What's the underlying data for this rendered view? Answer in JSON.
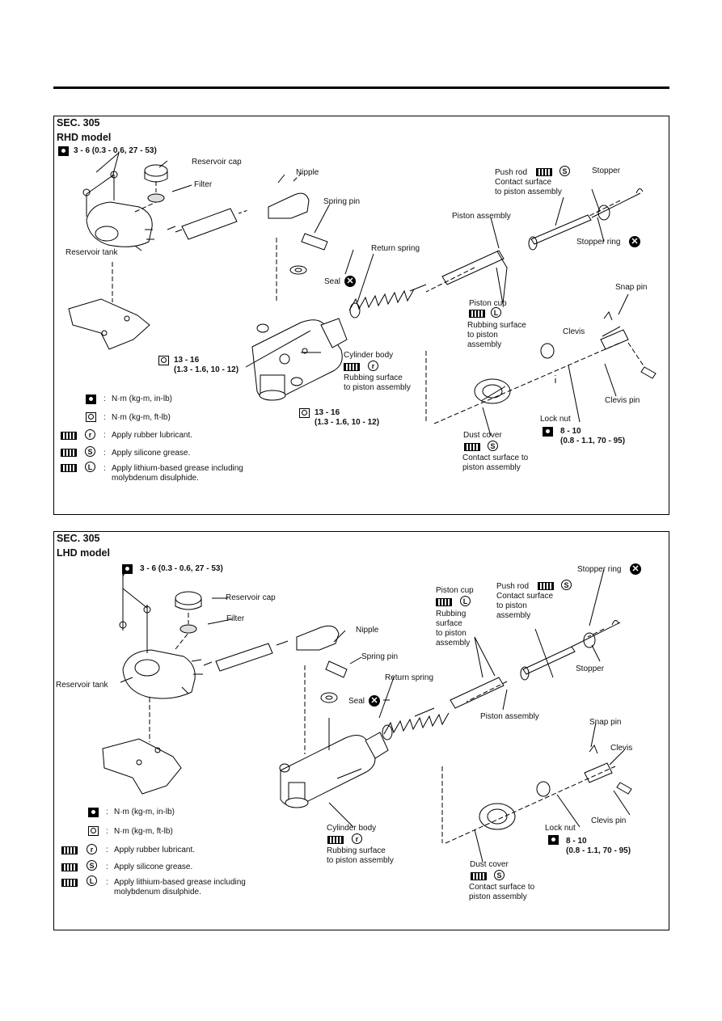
{
  "rhd": {
    "section": "SEC. 305",
    "model": "RHD model",
    "torque_top": "3 - 6 (0.3 - 0.6, 27 - 53)",
    "reservoir_cap": "Reservoir cap",
    "filter": "Filter",
    "nipple": "Nipple",
    "spring_pin": "Spring pin",
    "reservoir_tank": "Reservoir tank",
    "return_spring": "Return spring",
    "seal": "Seal",
    "push_rod": "Push rod",
    "push_rod_note1": "Contact surface",
    "push_rod_note2": "to piston assembly",
    "stopper": "Stopper",
    "piston_assembly": "Piston assembly",
    "stopper_ring": "Stopper ring",
    "piston_cup": "Piston cup",
    "piston_cup_note1": "Rubbing surface",
    "piston_cup_note2": "to piston",
    "piston_cup_note3": "assembly",
    "snap_pin": "Snap pin",
    "clevis": "Clevis",
    "torque_mid1": "13 - 16",
    "torque_mid2": "(1.3 - 1.6, 10 - 12)",
    "cylinder_body": "Cylinder body",
    "cylinder_note1": "Rubbing surface",
    "cylinder_note2": "to piston assembly",
    "clevis_pin": "Clevis pin",
    "torque_low1": "13 - 16",
    "torque_low2": "(1.3 - 1.6, 10 - 12)",
    "lock_nut": "Lock nut",
    "lock_nut_t1": "8 - 10",
    "lock_nut_t2": "(0.8 - 1.1, 70 - 95)",
    "dust_cover": "Dust cover",
    "dust_note1": "Contact surface to",
    "dust_note2": "piston assembly"
  },
  "lhd": {
    "section": "SEC. 305",
    "model": "LHD model",
    "torque_top": "3 - 6 (0.3 - 0.6, 27 - 53)",
    "reservoir_cap": "Reservoir cap",
    "filter": "Filter",
    "nipple": "Nipple",
    "spring_pin": "Spring pin",
    "reservoir_tank": "Reservoir tank",
    "return_spring": "Return spring",
    "seal": "Seal",
    "piston_cup": "Piston cup",
    "piston_cup_note1": "Rubbing",
    "piston_cup_note2": "surface",
    "piston_cup_note3": "to piston",
    "piston_cup_note4": "assembly",
    "push_rod": "Push rod",
    "push_rod_note1": "Contact surface",
    "push_rod_note2": "to piston",
    "push_rod_note3": "assembly",
    "stopper_ring": "Stopper ring",
    "stopper": "Stopper",
    "piston_assembly": "Piston assembly",
    "snap_pin": "Snap pin",
    "clevis": "Clevis",
    "clevis_pin": "Clevis pin",
    "cylinder_body": "Cylinder body",
    "cylinder_note1": "Rubbing surface",
    "cylinder_note2": "to piston assembly",
    "lock_nut": "Lock nut",
    "lock_nut_t1": "8 - 10",
    "lock_nut_t2": "(0.8 - 1.1, 70 - 95)",
    "dust_cover": "Dust cover",
    "dust_note1": "Contact surface to",
    "dust_note2": "piston assembly"
  },
  "legend": {
    "sep": ":",
    "nm_in": "N·m (kg-m, in-lb)",
    "nm_ft": "N·m (kg-m, ft-lb)",
    "rubber": "Apply rubber lubricant.",
    "silicone": "Apply silicone grease.",
    "lithium1": "Apply lithium-based grease including",
    "lithium2": "molybdenum disulphide.",
    "r": "r",
    "s": "S",
    "l": "L",
    "x": "✕"
  }
}
